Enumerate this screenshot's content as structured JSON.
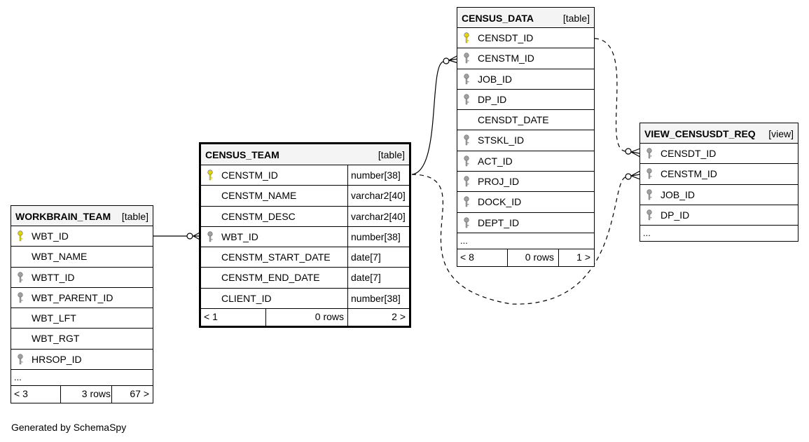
{
  "generated_by": "Generated by SchemaSpy",
  "tables": {
    "workbrain_team": {
      "name": "WORKBRAIN_TEAM",
      "kind": "[table]",
      "columns": [
        {
          "name": "WBT_ID",
          "key": "primary-key-icon"
        },
        {
          "name": "WBT_NAME",
          "key": ""
        },
        {
          "name": "WBTT_ID",
          "key": "foreign-key-icon"
        },
        {
          "name": "WBT_PARENT_ID",
          "key": "foreign-key-icon"
        },
        {
          "name": "WBT_LFT",
          "key": ""
        },
        {
          "name": "WBT_RGT",
          "key": ""
        },
        {
          "name": "HRSOP_ID",
          "key": "foreign-key-icon"
        }
      ],
      "ellipsis": "...",
      "footer": {
        "parents": "< 3",
        "rows": "3 rows",
        "children": "67 >"
      }
    },
    "census_team": {
      "name": "CENSUS_TEAM",
      "kind": "[table]",
      "columns": [
        {
          "name": "CENSTM_ID",
          "type": "number[38]",
          "key": "primary-key-icon"
        },
        {
          "name": "CENSTM_NAME",
          "type": "varchar2[40]",
          "key": ""
        },
        {
          "name": "CENSTM_DESC",
          "type": "varchar2[40]",
          "key": ""
        },
        {
          "name": "WBT_ID",
          "type": "number[38]",
          "key": "foreign-key-icon"
        },
        {
          "name": "CENSTM_START_DATE",
          "type": "date[7]",
          "key": ""
        },
        {
          "name": "CENSTM_END_DATE",
          "type": "date[7]",
          "key": ""
        },
        {
          "name": "CLIENT_ID",
          "type": "number[38]",
          "key": ""
        }
      ],
      "footer": {
        "parents": "< 1",
        "rows": "0 rows",
        "children": "2 >"
      }
    },
    "census_data": {
      "name": "CENSUS_DATA",
      "kind": "[table]",
      "columns": [
        {
          "name": "CENSDT_ID",
          "key": "primary-key-icon"
        },
        {
          "name": "CENSTM_ID",
          "key": "foreign-key-icon"
        },
        {
          "name": "JOB_ID",
          "key": "foreign-key-icon"
        },
        {
          "name": "DP_ID",
          "key": "foreign-key-icon"
        },
        {
          "name": "CENSDT_DATE",
          "key": ""
        },
        {
          "name": "STSKL_ID",
          "key": "foreign-key-icon"
        },
        {
          "name": "ACT_ID",
          "key": "foreign-key-icon"
        },
        {
          "name": "PROJ_ID",
          "key": "foreign-key-icon"
        },
        {
          "name": "DOCK_ID",
          "key": "foreign-key-icon"
        },
        {
          "name": "DEPT_ID",
          "key": "foreign-key-icon"
        }
      ],
      "ellipsis": "...",
      "footer": {
        "parents": "< 8",
        "rows": "0 rows",
        "children": "1 >"
      }
    },
    "view_censusdt_req": {
      "name": "VIEW_CENSUSDT_REQ",
      "kind": "[view]",
      "columns": [
        {
          "name": "CENSDT_ID",
          "key": "foreign-key-icon"
        },
        {
          "name": "CENSTM_ID",
          "key": "foreign-key-icon"
        },
        {
          "name": "JOB_ID",
          "key": "foreign-key-icon"
        },
        {
          "name": "DP_ID",
          "key": "foreign-key-icon"
        }
      ],
      "ellipsis": "..."
    }
  },
  "colors": {
    "primary_key": "#e6d600",
    "foreign_key": "#a0a0a0",
    "header_bg": "#f4f4f4"
  }
}
